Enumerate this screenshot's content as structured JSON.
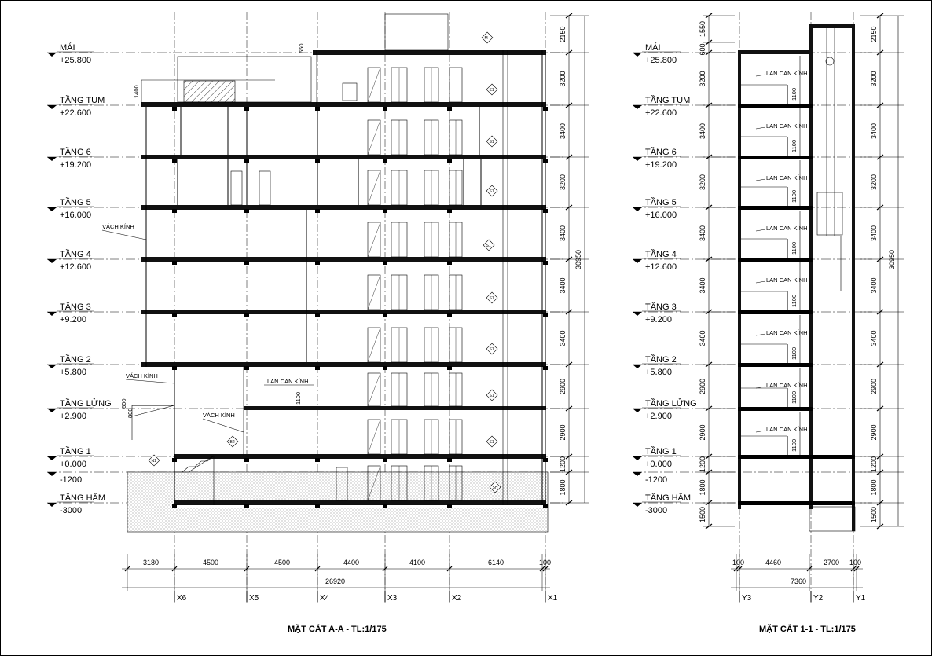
{
  "left_section": {
    "caption": "MẶT CẮT A-A - TL:1/175",
    "levels": [
      {
        "name": "MÁI",
        "elevation": "+25.800"
      },
      {
        "name": "TẦNG TUM",
        "elevation": "+22.600"
      },
      {
        "name": "TẦNG 6",
        "elevation": "+19.200"
      },
      {
        "name": "TẦNG 5",
        "elevation": "+16.000"
      },
      {
        "name": "TẦNG 4",
        "elevation": "+12.600"
      },
      {
        "name": "TẦNG 3",
        "elevation": "+9.200"
      },
      {
        "name": "TẦNG 2",
        "elevation": "+5.800"
      },
      {
        "name": "TẦNG LỬNG",
        "elevation": "+2.900"
      },
      {
        "name": "TẦNG 1",
        "elevation": "+0.000"
      },
      {
        "name": "",
        "elevation": "-1200"
      },
      {
        "name": "TẦNG HẦM",
        "elevation": "-3000"
      }
    ],
    "right_dims": [
      "2150",
      "3200",
      "3400",
      "3200",
      "3400",
      "3400",
      "3400",
      "2900",
      "2900",
      "1200",
      "1800"
    ],
    "total_height": "30950",
    "bottom_dims": [
      "3180",
      "4500",
      "4500",
      "4400",
      "4100",
      "6140",
      "100"
    ],
    "total_width": "26920",
    "axes": [
      "X6",
      "X5",
      "X4",
      "X3",
      "X2",
      "X1"
    ],
    "notes": {
      "vach_kinh_1": "VÁCH KÍNH",
      "vach_kinh_2": "VÁCH KÍNH",
      "vach_kinh_3": "VÁCH KÍNH",
      "lan_can": "LAN CAN KÍNH",
      "lan_can_dim": "1100",
      "dim_1400": "1400",
      "dim_650": "650",
      "dim_600": "600",
      "dim_800": "800"
    },
    "tags": [
      "M",
      "S1",
      "S1",
      "S1",
      "S1",
      "S1",
      "S1",
      "S1",
      "S1",
      "S1",
      "SH",
      "B2",
      "N1"
    ]
  },
  "right_section": {
    "caption": "MẶT CẮT 1-1 - TL:1/175",
    "levels": [
      {
        "name": "MÁI",
        "elevation": "+25.800"
      },
      {
        "name": "TẦNG TUM",
        "elevation": "+22.600"
      },
      {
        "name": "TẦNG 6",
        "elevation": "+19.200"
      },
      {
        "name": "TẦNG 5",
        "elevation": "+16.000"
      },
      {
        "name": "TẦNG 4",
        "elevation": "+12.600"
      },
      {
        "name": "TẦNG 3",
        "elevation": "+9.200"
      },
      {
        "name": "TẦNG 2",
        "elevation": "+5.800"
      },
      {
        "name": "TẦNG LỬNG",
        "elevation": "+2.900"
      },
      {
        "name": "TẦNG 1",
        "elevation": "+0.000"
      },
      {
        "name": "",
        "elevation": "-1200"
      },
      {
        "name": "TẦNG HẦM",
        "elevation": "-3000"
      }
    ],
    "left_dims": [
      "1550",
      "600",
      "3200",
      "3400",
      "3200",
      "3400",
      "3400",
      "3400",
      "2900",
      "2900",
      "1200",
      "1800",
      "1500"
    ],
    "right_dims": [
      "2150",
      "3200",
      "3400",
      "3200",
      "3400",
      "3400",
      "3400",
      "2900",
      "2900",
      "1200",
      "1800",
      "1500"
    ],
    "total_height": "30950",
    "bottom_dims": [
      "100",
      "4460",
      "2700",
      "100"
    ],
    "total_width": "7360",
    "axes": [
      "Y3",
      "Y2",
      "Y1"
    ],
    "railing_label": "LAN CAN KÍNH",
    "railing_dim": "1100"
  }
}
